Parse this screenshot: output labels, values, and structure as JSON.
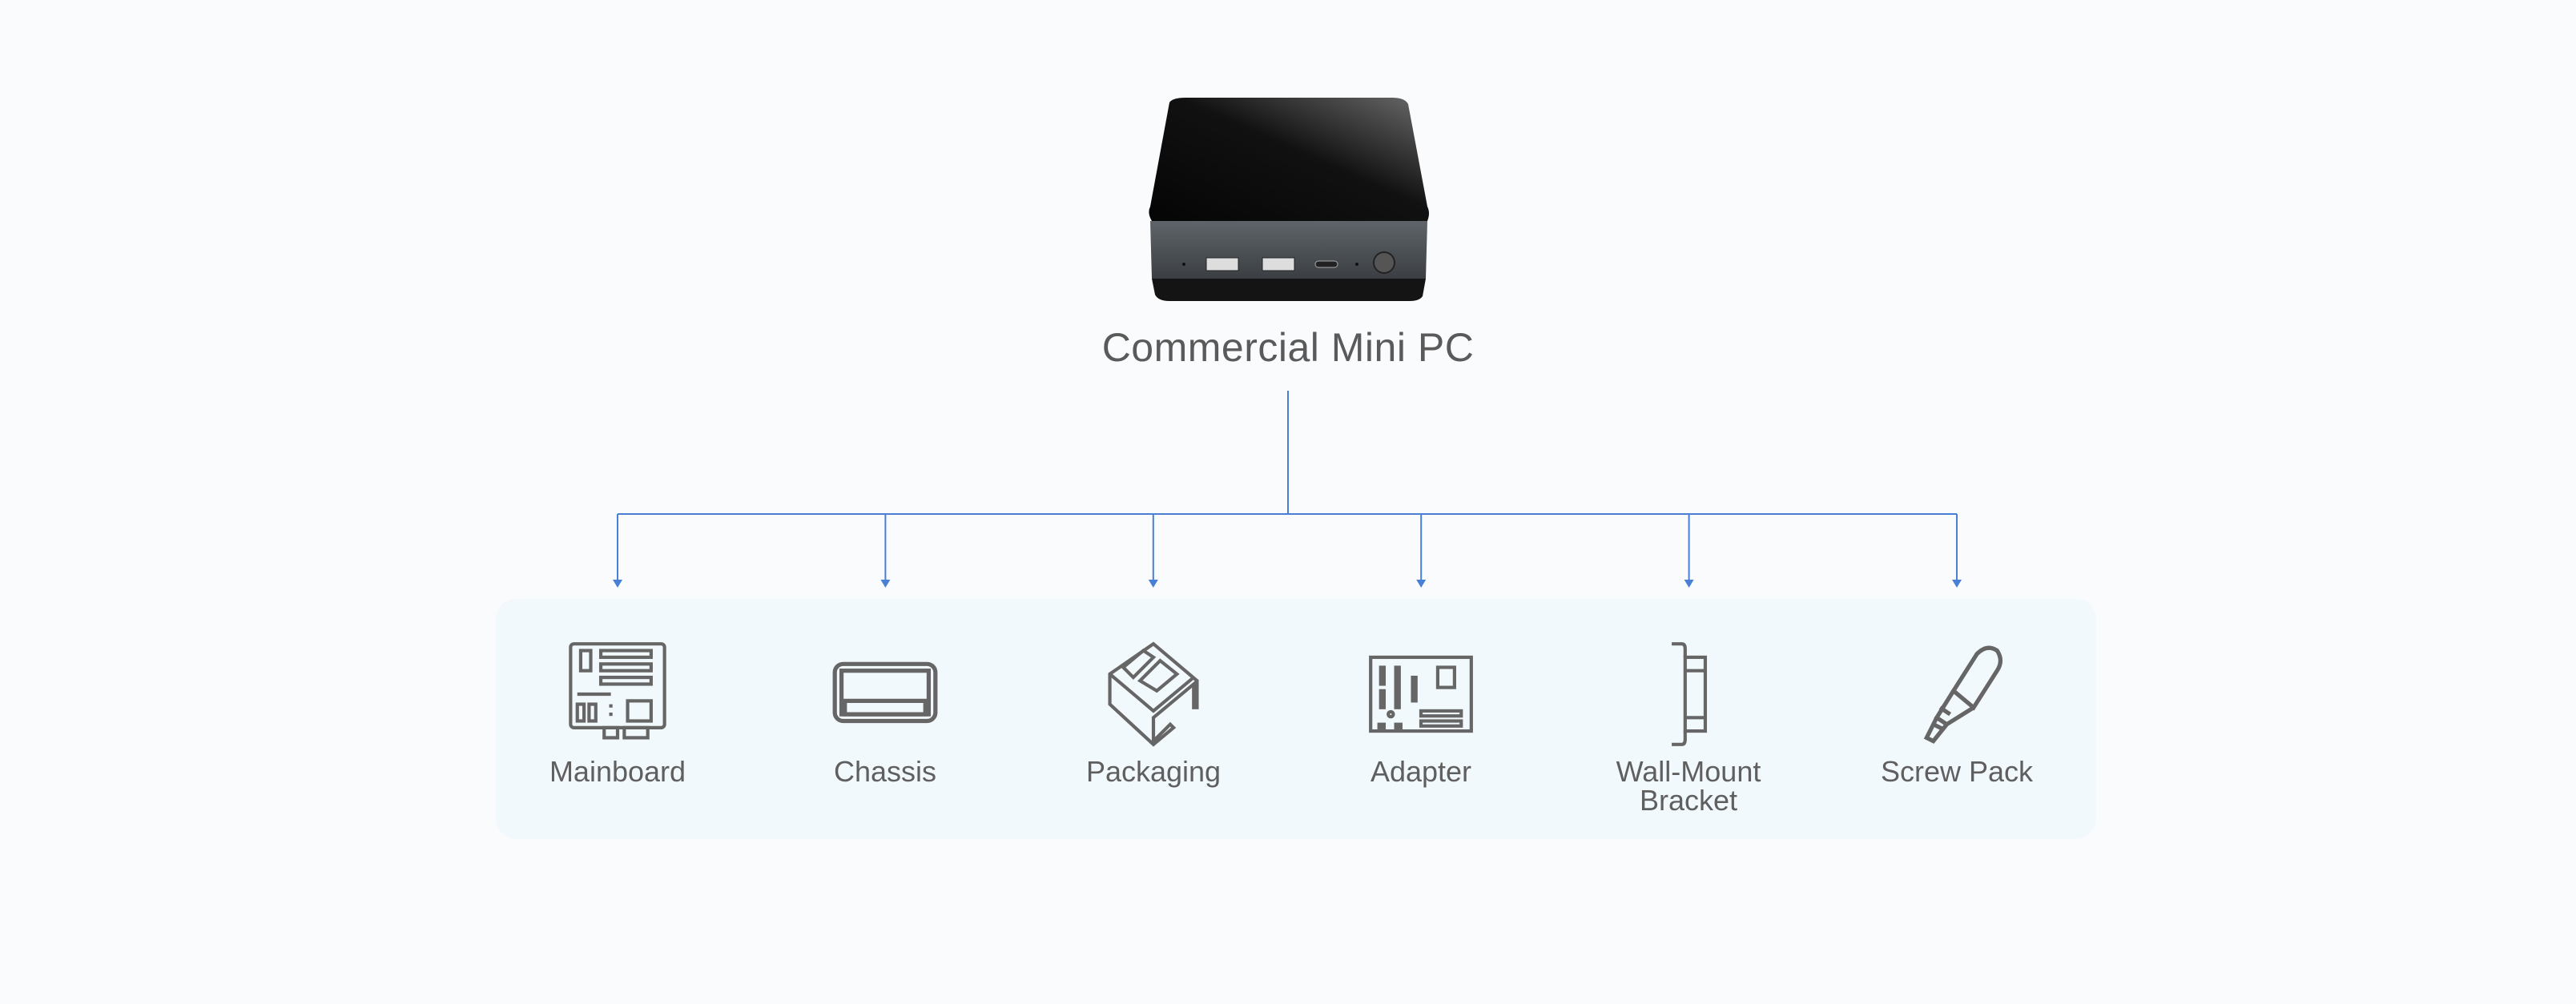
{
  "root": {
    "title": "Commercial Mini PC",
    "image": "mini-pc-photo"
  },
  "colors": {
    "connector": "#4a7fd6",
    "text": "#5f5f5f",
    "icon": "#666666",
    "panel": "#f2f9fc",
    "background": "#f9fbfd"
  },
  "components": [
    {
      "label": "Mainboard",
      "icon": "mainboard-icon"
    },
    {
      "label": "Chassis",
      "icon": "chassis-icon"
    },
    {
      "label": "Packaging",
      "icon": "packaging-icon"
    },
    {
      "label": "Adapter",
      "icon": "adapter-icon"
    },
    {
      "label": "Wall-Mount Bracket",
      "icon": "bracket-icon"
    },
    {
      "label": "Screw Pack",
      "icon": "screw-icon"
    }
  ]
}
